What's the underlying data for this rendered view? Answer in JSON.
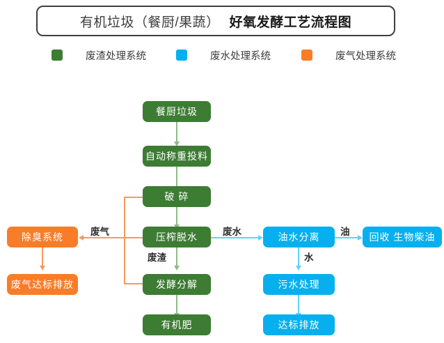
{
  "title": {
    "normal": "有机垃圾（餐厨/果蔬）",
    "bold": "好氧发酵工艺流程图"
  },
  "legend": {
    "items": [
      {
        "label": "废渣处理系统",
        "color": "#3d7c33",
        "swatch": "green-swatch"
      },
      {
        "label": "废水处理系统",
        "color": "#06b0ef",
        "swatch": "blue-swatch"
      },
      {
        "label": "废气处理系统",
        "color": "#f97d28",
        "swatch": "orange-swatch"
      }
    ]
  },
  "flow": {
    "main_chain": [
      {
        "id": "kitchen-waste",
        "label": "餐厨垃圾",
        "color": "#3d7c33"
      },
      {
        "id": "auto-weigh-feed",
        "label": "自动称重投料",
        "color": "#3d7c33"
      },
      {
        "id": "crushing",
        "label": "破 碎",
        "color": "#3d7c33"
      },
      {
        "id": "press-dewater",
        "label": "压榨脱水",
        "color": "#3d7c33"
      },
      {
        "id": "ferment-decompose",
        "label": "发酵分解",
        "color": "#3d7c33"
      },
      {
        "id": "organic-fertilizer",
        "label": "有机肥",
        "color": "#3d7c33"
      }
    ],
    "exhaust_chain": [
      {
        "id": "deodorization-system",
        "label": "除臭系统",
        "color": "#f97d28"
      },
      {
        "id": "exhaust-standard-emission",
        "label": "废气达标排放",
        "color": "#f97d28"
      }
    ],
    "water_chain": [
      {
        "id": "oil-water-separation",
        "label": "油水分离",
        "color": "#06b0ef"
      },
      {
        "id": "sewage-treatment",
        "label": "污水处理",
        "color": "#06b0ef"
      },
      {
        "id": "standard-discharge",
        "label": "达标排放",
        "color": "#06b0ef"
      }
    ],
    "recovery": {
      "id": "biodiesel-recovery",
      "label": "回收 生物柴油",
      "color": "#06b0ef"
    },
    "edge_labels": {
      "exhaust": "废气",
      "residue": "废渣",
      "wastewater": "废水",
      "oil": "油",
      "water": "水"
    }
  }
}
